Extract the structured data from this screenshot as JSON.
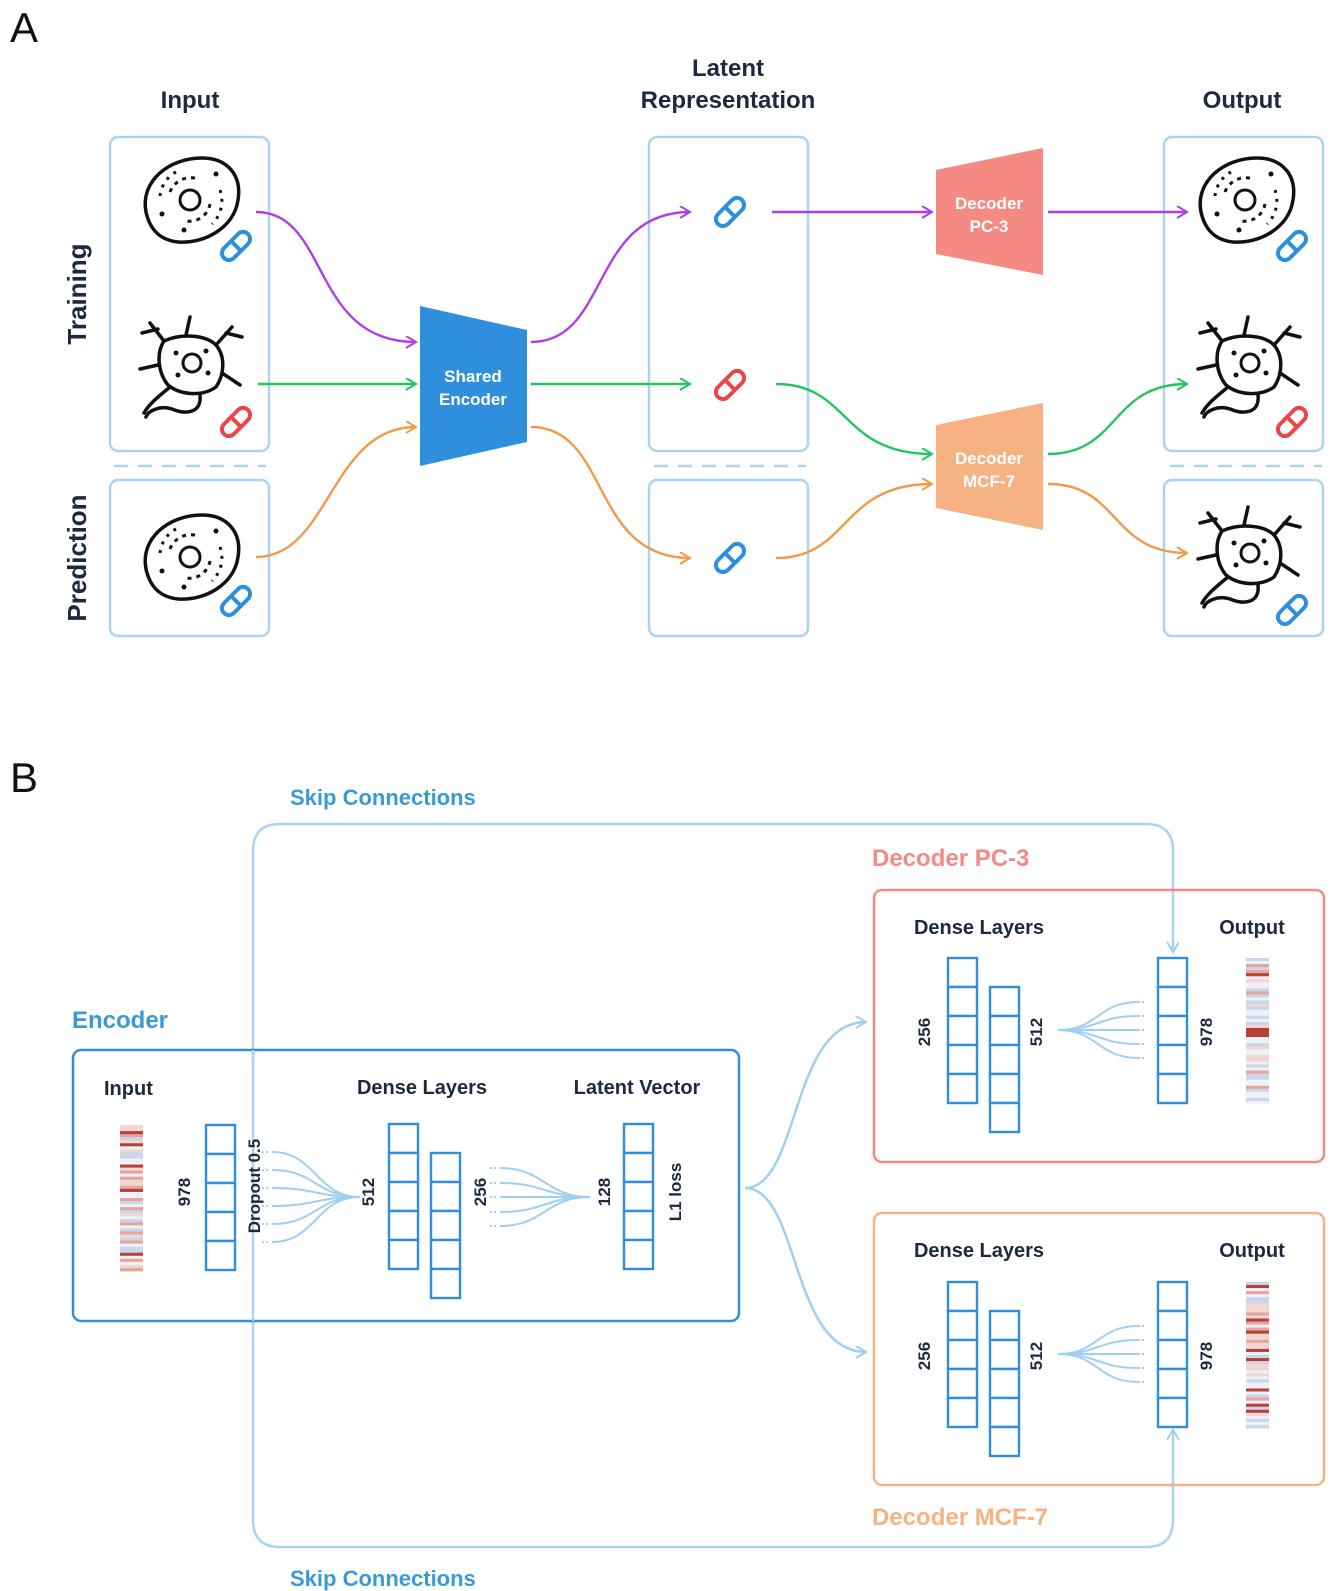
{
  "panel_a": {
    "panel_label": "A",
    "columns": {
      "input": "Input",
      "latent_line1": "Latent",
      "latent_line2": "Representation",
      "output": "Output"
    },
    "rows": {
      "training": "Training",
      "prediction": "Prediction"
    },
    "encoder": {
      "line1": "Shared",
      "line2": "Encoder"
    },
    "decoder_pc3": {
      "line1": "Decoder",
      "line2": "PC-3"
    },
    "decoder_mcf7": {
      "line1": "Decoder",
      "line2": "MCF-7"
    },
    "icons": [
      "cell-round-icon",
      "cell-neuron-icon",
      "pill-icon"
    ]
  },
  "panel_b": {
    "panel_label": "B",
    "skip_top": "Skip Connections",
    "skip_bottom": "Skip Connections",
    "encoder": {
      "title": "Encoder",
      "input_label": "Input",
      "dense_label": "Dense Layers",
      "latent_label": "Latent Vector",
      "dim_input": "978",
      "dropout": "Dropout 0.5",
      "dim_512": "512",
      "dim_256": "256",
      "dim_128": "128",
      "loss": "L1 loss"
    },
    "decoder_pc3": {
      "title": "Decoder PC-3",
      "dense_label": "Dense Layers",
      "output_label": "Output",
      "dim_256": "256",
      "dim_512": "512",
      "dim_978": "978"
    },
    "decoder_mcf7": {
      "title": "Decoder MCF-7",
      "dense_label": "Dense Layers",
      "output_label": "Output",
      "dim_256": "256",
      "dim_512": "512",
      "dim_978": "978"
    }
  },
  "colors": {
    "box_border": "#a9d4f2",
    "purple": "#b03ee6",
    "green": "#22c55e",
    "orange": "#f29a4a",
    "encoder_blue": "#2f8fdc",
    "decoder_pc3": "#f58a83",
    "decoder_mcf7": "#f7b283",
    "pill_blue": "#2f8fdc",
    "pill_red": "#e8464a"
  }
}
